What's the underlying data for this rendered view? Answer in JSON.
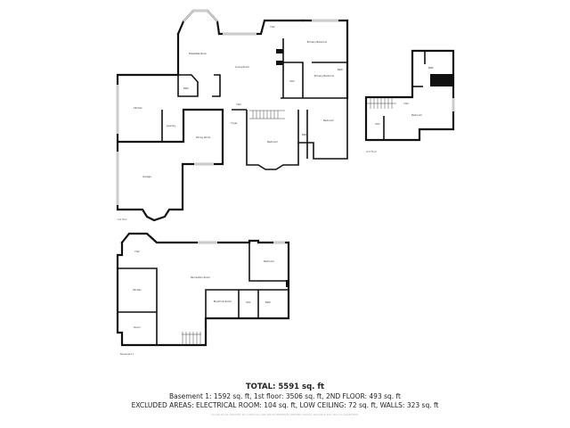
{
  "floors": {
    "first": {
      "label": "1st floor",
      "rooms": [
        "Breakfast Nook",
        "Living Room",
        "Primary Bedroom",
        "Hall",
        "WIC",
        "Primary Bedroom",
        "Bath",
        "Bath",
        "Kitchen",
        "Laundry",
        "Dining Room",
        "Hall",
        "Foyer",
        "Bedroom",
        "Bath",
        "Bedroom",
        "Garage"
      ]
    },
    "second": {
      "label": "2nd Floor",
      "rooms": [
        "Bath",
        "Hall",
        "Bedroom",
        "WIC"
      ]
    },
    "basement": {
      "label": "Basement 1",
      "rooms": [
        "Hall",
        "Recreation Room",
        "Bedroom",
        "Kitchen",
        "Hall",
        "Electrical Room",
        "WIC",
        "Bath",
        "Room"
      ]
    }
  },
  "summary": {
    "total": "TOTAL: 5591 sq. ft",
    "breakdown": "Basement 1: 1592 sq. ft, 1st floor: 3506 sq. ft, 2ND FLOOR: 493 sq. ft",
    "excluded": "EXCLUDED AREAS: ELECTRICAL ROOM: 104 sq. ft, LOW CEILING: 72 sq. ft, WALLS: 323 sq. ft",
    "disclaimer": "FLOOR PLAN CREATED BY CUBICASA APP. MEASUREMENTS DEEMED HIGHLY RELIABLE BUT NOT GUARANTEED."
  }
}
